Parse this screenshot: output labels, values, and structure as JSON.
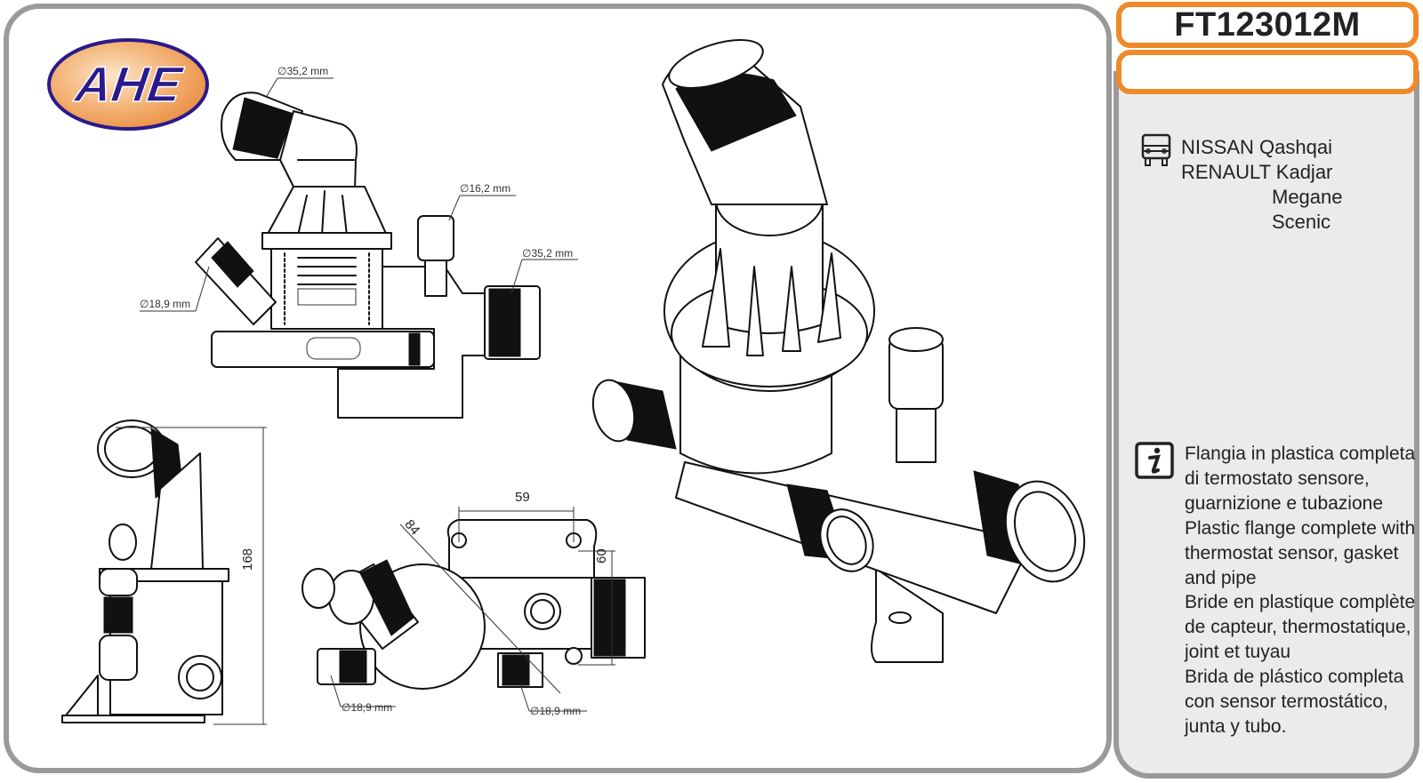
{
  "brand": {
    "logo_text": "AHE",
    "colors": {
      "logo_fill": "#ef9a4a",
      "logo_text": "#2a1a8c",
      "accent_orange": "#ef8a2a",
      "panel_border": "#9a9a9a"
    }
  },
  "product": {
    "code": "FT123012M",
    "secondary_code": ""
  },
  "applications": {
    "icon": "car-front-icon",
    "vehicles": [
      {
        "make": "NISSAN",
        "model": "Qashqai"
      },
      {
        "make": "RENAULT",
        "model": "Kadjar"
      },
      {
        "make": "",
        "model": "Megane"
      },
      {
        "make": "",
        "model": "Scenic"
      }
    ]
  },
  "description": {
    "icon": "info-icon",
    "lines": [
      "Flangia in plastica completa",
      "di termostato sensore,",
      "guarnizione e tubazione",
      "Plastic flange complete with",
      "thermostat sensor, gasket",
      "and pipe",
      "Bride en plastique complète",
      "de capteur, thermostatique,",
      "joint et tuyau",
      "Brida de plástico completa",
      "con sensor termostático,",
      "junta y tubo."
    ]
  },
  "drawings": {
    "section_view": {
      "dims": {
        "top_outlet": "∅35,2 mm",
        "small_outlet": "∅16,2 mm",
        "side_outlet": "∅35,2 mm",
        "angled_inlet": "∅18,9 mm"
      }
    },
    "side_view": {
      "height": "168"
    },
    "top_view": {
      "hole_spacing": "59",
      "diagonal": "84",
      "depth": "60",
      "left_pipe": "∅18,9 mm",
      "right_pipe": "∅18,9 mm"
    }
  }
}
